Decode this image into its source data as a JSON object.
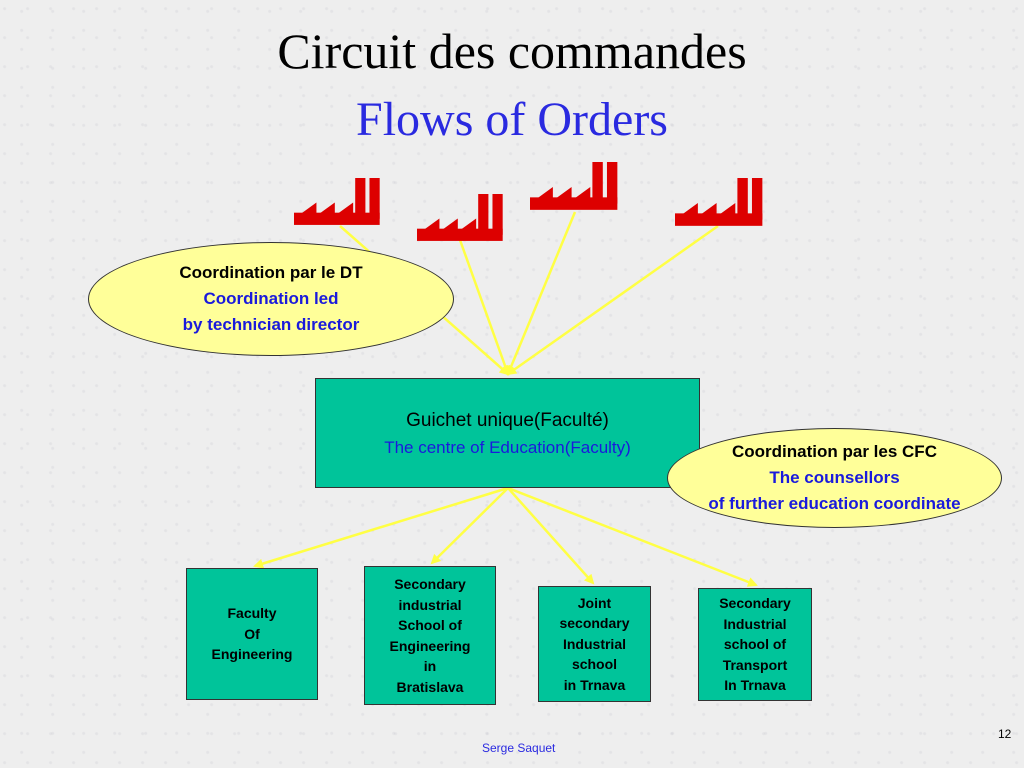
{
  "title": {
    "fr": "Circuit des commandes",
    "en": "Flows of Orders"
  },
  "icons": [
    "factory-icon",
    "factory-icon",
    "factory-icon",
    "factory-icon"
  ],
  "colors": {
    "factory": "#dd0000",
    "arrow": "#ffff44",
    "ellipse_fill": "#ffff99",
    "box_fill": "#00c49a",
    "english_text": "#1a1adc"
  },
  "coordination_dt": {
    "fr": "Coordination par le DT",
    "en_line1": "Coordination led",
    "en_line2": "by technician director"
  },
  "guichet": {
    "fr": "Guichet unique(Faculté)",
    "en": "The centre of Education(Faculty)"
  },
  "coordination_cfc": {
    "fr": "Coordination par les CFC",
    "en_line1": "The counsellors",
    "en_line2": "of further education coordinate"
  },
  "schools": [
    {
      "lines": [
        "Faculty",
        "Of",
        "Engineering"
      ]
    },
    {
      "lines": [
        "Secondary",
        "industrial",
        "School of",
        "Engineering",
        "in",
        "Bratislava"
      ]
    },
    {
      "lines": [
        "Joint",
        "secondary",
        "Industrial",
        "school",
        "in Trnava"
      ]
    },
    {
      "lines": [
        "Secondary",
        "Industrial",
        "school of",
        "Transport",
        "In Trnava"
      ]
    }
  ],
  "footer": {
    "author": "Serge Saquet",
    "page": "12"
  }
}
